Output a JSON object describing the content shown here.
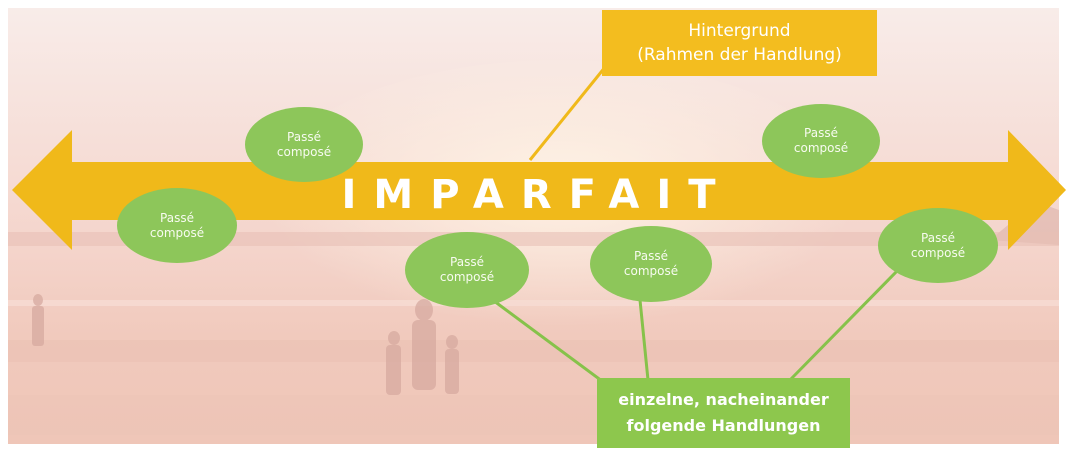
{
  "diagram": {
    "main_label": "IMPARFAIT",
    "background_box": "Hintergrund\n(Rahmen der Handlung)",
    "actions_box": "einzelne, nacheinander\nfolgende Handlungen",
    "events": [
      {
        "label": "Passé\ncomposé"
      },
      {
        "label": "Passé\ncomposé"
      },
      {
        "label": "Passé\ncomposé"
      },
      {
        "label": "Passé\ncomposé"
      },
      {
        "label": "Passé\ncomposé"
      },
      {
        "label": "Passé\ncomposé"
      }
    ],
    "colors": {
      "arrow": "#f0b91a",
      "label_box": "#f3bd1f",
      "event_ellipse": "#8dc65a",
      "connector": "#86c24a",
      "sky_top": "#f7e7e3",
      "sea": "#f3cfc4"
    }
  }
}
